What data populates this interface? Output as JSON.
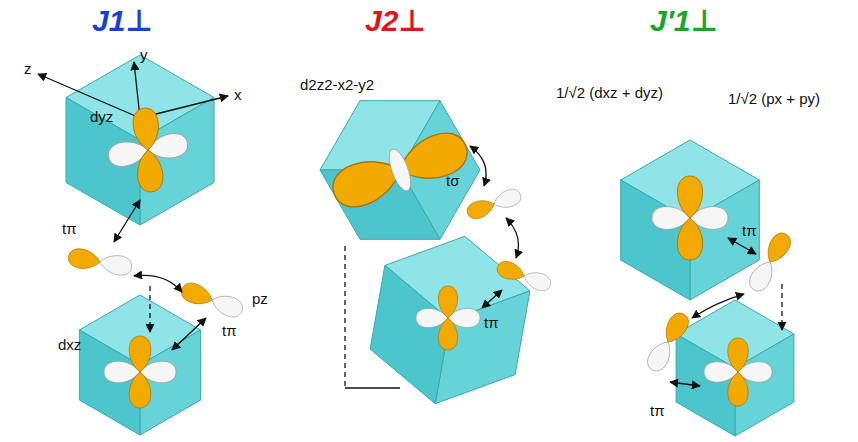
{
  "diagram": {
    "labels": [
      "J1⊥",
      "z",
      "y",
      "x",
      "dyz",
      "tπ",
      "pz",
      "dxz",
      "tπ",
      "J2⊥",
      "d2z2-x2-y2",
      "tσ",
      "tπ",
      "J'1⊥",
      "1/√2 (dxz + dyz)",
      "1/√2 (px + py)",
      "tπ",
      "tπ"
    ]
  }
}
